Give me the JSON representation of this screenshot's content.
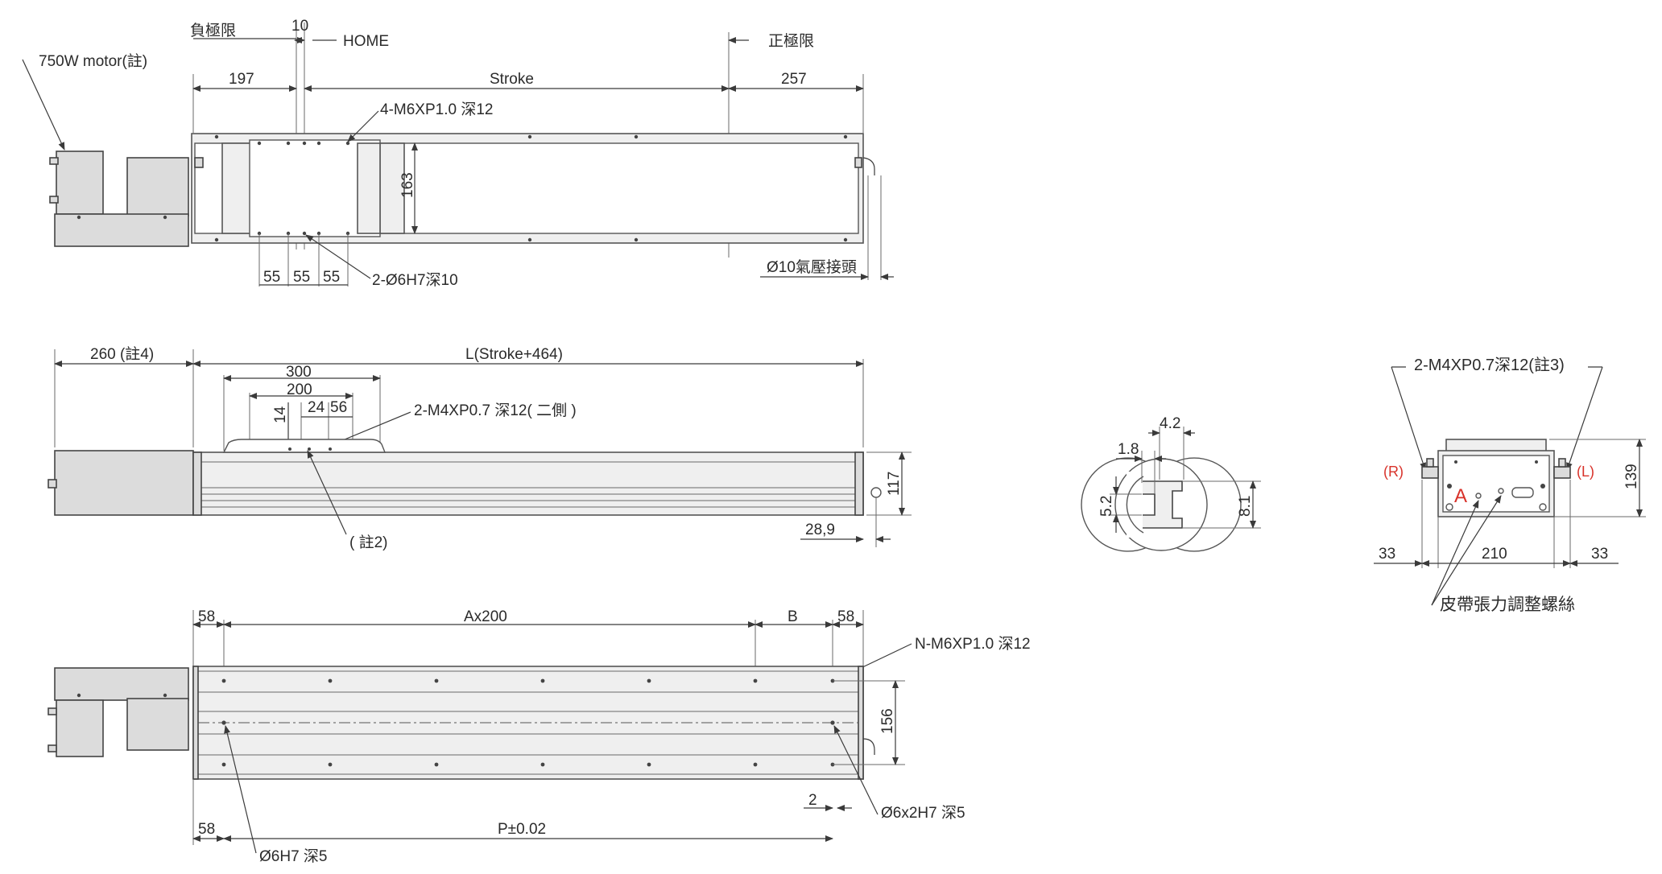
{
  "top_view": {
    "neg_limit": "負極限",
    "ten": "10",
    "home": "HOME",
    "pos_limit": "正極限",
    "motor": "750W motor(註)",
    "d197": "197",
    "stroke": "Stroke",
    "d257": "257",
    "holes_top": "4-M6XP1.0 深12",
    "d163": "163",
    "d55a": "55",
    "d55b": "55",
    "d55c": "55",
    "dowel": "2-Ø6H7深10",
    "air": "Ø10氣壓接頭"
  },
  "side_view": {
    "d260": "260 (註4)",
    "length": "L(Stroke+464)",
    "d300": "300",
    "d200": "200",
    "d14": "14",
    "d24": "24",
    "d56": "56",
    "side_holes": "2-M4XP0.7 深12( 二側 )",
    "d117": "117",
    "d289": "28,9",
    "note2": "( 註2)"
  },
  "bottom_view": {
    "d58a": "58",
    "ax200": "Ax200",
    "b": "B",
    "d58b": "58",
    "n_holes": "N-M6XP1.0 深12",
    "d156": "156",
    "d2": "2",
    "slot": "Ø6x2H7 深5",
    "d58c": "58",
    "p": "P±0.02",
    "pin": "Ø6H7 深5"
  },
  "profile": {
    "d42": "4.2",
    "d18": "1.8",
    "d52": "5.2",
    "d81": "8.1"
  },
  "end_view": {
    "holes": "2-M4XP0.7深12(註3)",
    "r": "(R)",
    "l": "(L)",
    "a": "A",
    "d139": "139",
    "d33a": "33",
    "d210": "210",
    "d33b": "33",
    "belt": "皮帶張力調整螺絲"
  },
  "colors": {
    "accent_red": "#d8322a",
    "line": "#3a3a3a"
  }
}
